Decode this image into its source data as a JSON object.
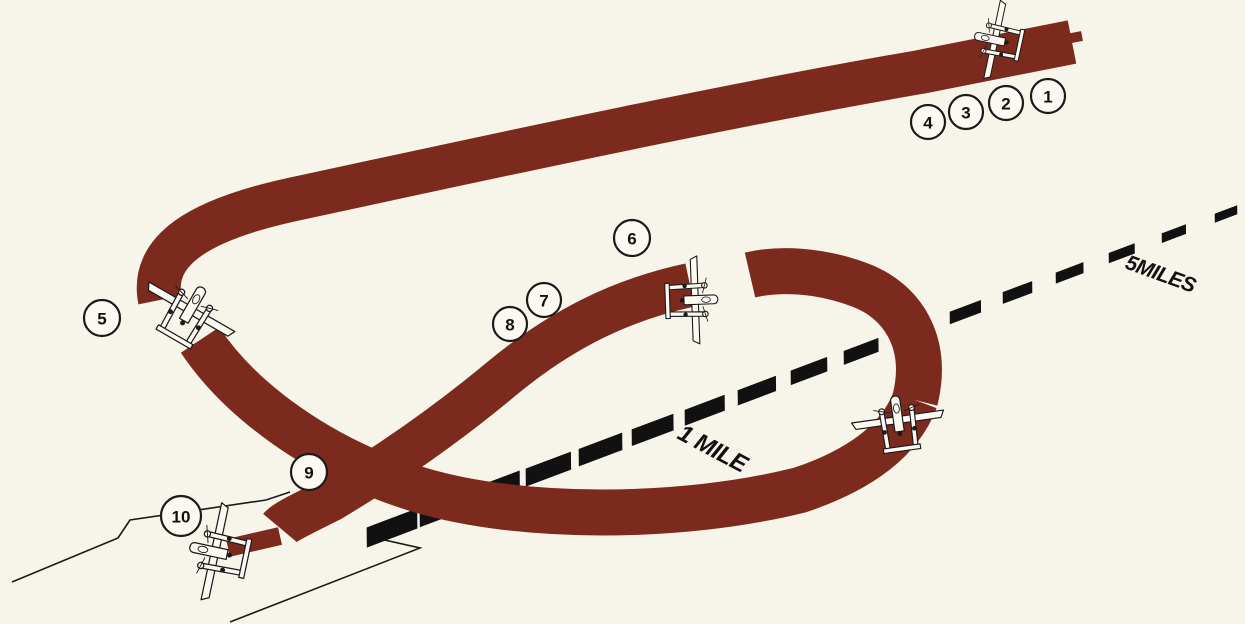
{
  "diagram": {
    "colors": {
      "flight_path": "#7d2a1e",
      "background": "#f7f4ea",
      "ink": "#1a1a1a",
      "runway_stripe": "#111111"
    },
    "markers": [
      {
        "id": "m1",
        "label": "1"
      },
      {
        "id": "m2",
        "label": "2"
      },
      {
        "id": "m3",
        "label": "3"
      },
      {
        "id": "m4",
        "label": "4"
      },
      {
        "id": "m5",
        "label": "5"
      },
      {
        "id": "m6",
        "label": "6"
      },
      {
        "id": "m7",
        "label": "7"
      },
      {
        "id": "m8",
        "label": "8"
      },
      {
        "id": "m9",
        "label": "9"
      },
      {
        "id": "m10",
        "label": "10"
      }
    ],
    "distance_labels": {
      "one_mile": "1 MILE",
      "five_miles": "5MILES"
    },
    "icons": [
      "twin-boom-fighter-plane-icon"
    ]
  }
}
